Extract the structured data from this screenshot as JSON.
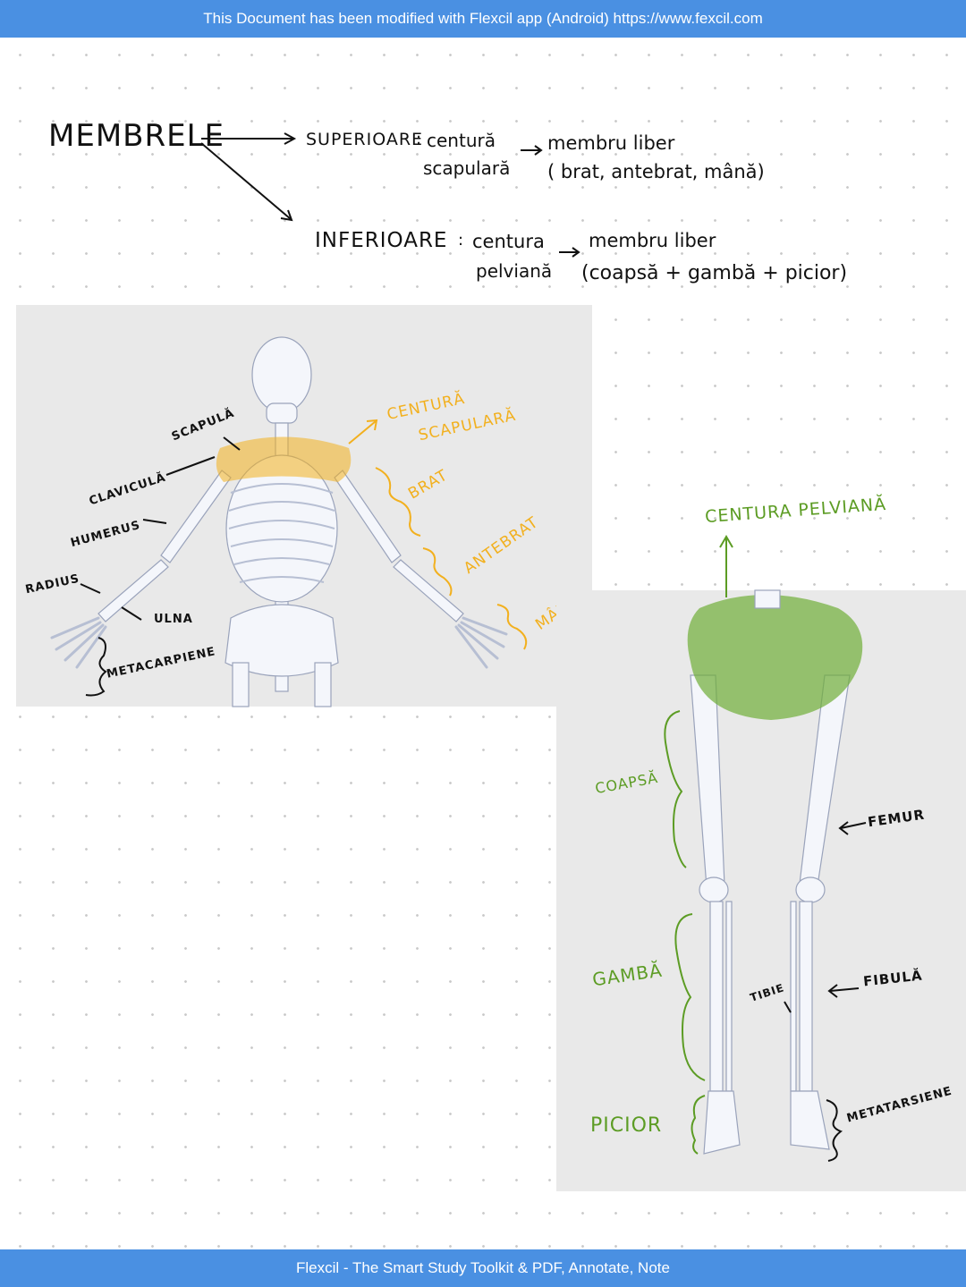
{
  "header": {
    "banner_text": "This Document has been modified with Flexcil app (Android) https://www.fexcil.com"
  },
  "notes": {
    "title": "MEMBRELE",
    "upper": {
      "label": "SUPERIOARE",
      "girdle_1": "centură",
      "girdle_2": "scapulară",
      "free_1": "membru liber",
      "free_2": "( brat, antebrat, mână)"
    },
    "lower": {
      "label": "INFERIOARE",
      "girdle_1": "centura",
      "girdle_2": "pelviană",
      "free_1": "membru liber",
      "free_2": "(coapsă + gambă + picior)"
    }
  },
  "upper_figure": {
    "labels": {
      "scapula": "SCAPULĂ",
      "clavicula": "CLAVICULĂ",
      "humerus": "HUMERUS",
      "radius": "RADIUS",
      "ulna": "ULNA",
      "metacarpiene": "METACARPIENE",
      "centura_1": "CENTURĂ",
      "centura_2": "SCAPULARĂ",
      "brat": "BRAT",
      "antebrat": "ANTEBRAT",
      "mana": "MÂNĂ"
    }
  },
  "lower_figure": {
    "labels": {
      "centura_pelviana": "CENTURA PELVIANĂ",
      "coapsa": "COAPSĂ",
      "femur": "FEMUR",
      "gamba": "GAMBĂ",
      "tibie": "TIBIE",
      "fibula": "FIBULĂ",
      "picior": "PICIOR",
      "metatarsiene": "METATARSIENE"
    }
  },
  "colors": {
    "banner": "#4a90e2",
    "upper_highlight": "#f2b01e",
    "lower_highlight": "#5c9c24"
  },
  "footer": {
    "banner_text": "Flexcil - The Smart Study Toolkit & PDF, Annotate, Note"
  }
}
